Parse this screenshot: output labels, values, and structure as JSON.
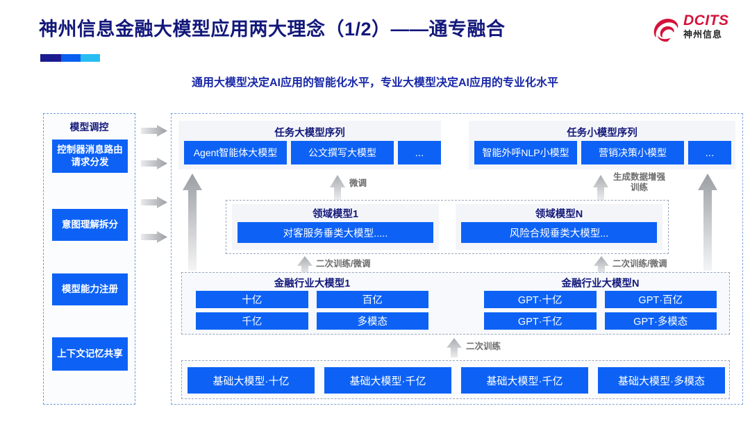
{
  "header": {
    "title": "神州信息金融大模型应用两大理念（1/2）——通专融合",
    "logo_en": "DCITS",
    "logo_cn": "神州信息"
  },
  "subtitle": "通用大模型决定AI应用的智能化水平，专业大模型决定AI应用的专业化水平",
  "left_panel": {
    "title": "模型调控",
    "items": [
      {
        "label": "控制器消息路由请求分发"
      },
      {
        "label": "意图理解拆分"
      },
      {
        "label": "模型能力注册"
      },
      {
        "label": "上下文记忆共享"
      }
    ]
  },
  "diagram": {
    "task_sequences": [
      {
        "title": "任务大模型序列",
        "chips": [
          "Agent智能体大模型",
          "公文撰写大模型",
          "..."
        ]
      },
      {
        "title": "任务小模型序列",
        "chips": [
          "智能外呼NLP小模型",
          "营销决策小模型",
          "..."
        ]
      }
    ],
    "domain_models": [
      {
        "title": "领域模型1",
        "chip": "对客服务垂类大模型....."
      },
      {
        "title": "领域模型N",
        "chip": "风险合规垂类大模型..."
      }
    ],
    "industry_models": [
      {
        "title": "金融行业大模型1",
        "chips": [
          "十亿",
          "百亿",
          "千亿",
          "多模态"
        ]
      },
      {
        "title": "金融行业大模型N",
        "chips": [
          "GPT·十亿",
          "GPT·百亿",
          "GPT·千亿",
          "GPT·多模态"
        ]
      }
    ],
    "base_models": [
      "基础大模型·十亿",
      "基础大模型·千亿",
      "基础大模型·千亿",
      "基础大模型·多模态"
    ],
    "arrow_labels": {
      "finetune": "微调",
      "data_aug": "生成数据增强\n训练",
      "retrain_finetune_left": "二次训练/微调",
      "retrain_finetune_right": "二次训练/微调",
      "retrain": "二次训练"
    }
  },
  "colors": {
    "brand_blue": "#0d62f5",
    "title_navy": "#13187a",
    "subtitle_blue": "#1827a8",
    "logo_red": "#d4123a",
    "arrow_gray": "#b0b3b8"
  }
}
